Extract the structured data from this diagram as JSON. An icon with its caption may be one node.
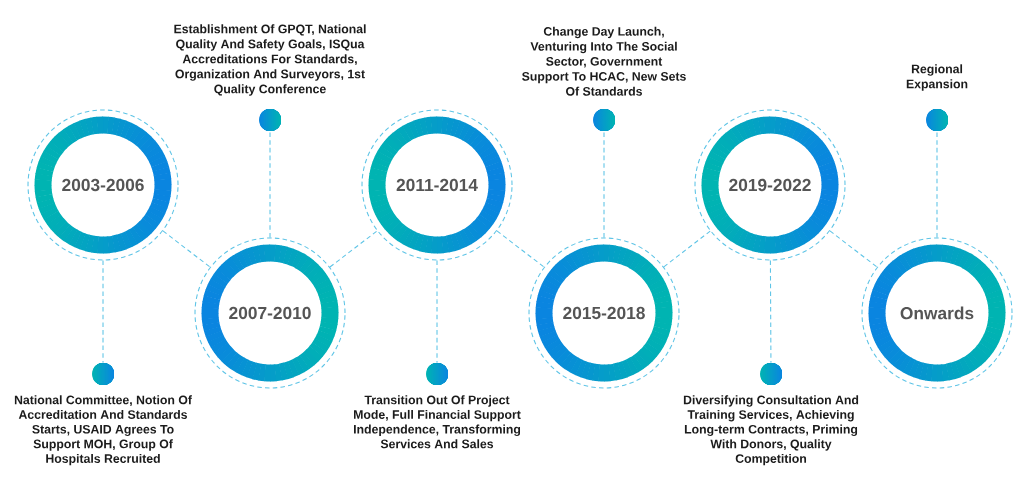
{
  "diagram": {
    "nodes": [
      {
        "text": [
          "2003-2006"
        ]
      },
      {
        "text": [],
        "shape": "circle",
        "beside": [
          "National Committee, Notion Of Accreditation And Standards Starts, USAID Agrees To Support MOH, Group Of Hospitals Recruited"
        ]
      },
      {
        "text": [
          "2007-2010"
        ]
      },
      {
        "text": [],
        "shape": "circle",
        "beside": [
          "Establishment Of GPQT, National Quality And Safety Goals, ISQua Accreditations For Standards, Organization And Surveyors, 1st Quality Conference"
        ]
      },
      {
        "text": [
          "2011-2014"
        ]
      },
      {
        "text": [],
        "shape": "circle",
        "beside": [
          "Transition Out Of Project Mode, Full Financial Support Independence, Transforming Services And Sales"
        ]
      },
      {
        "text": [
          "2015-2018"
        ]
      },
      {
        "text": [],
        "shape": "circle",
        "beside": [
          "Change Day Launch, Venturing Into The Social Sector, Government Support To HCAC, New Sets Of Standards"
        ]
      },
      {
        "text": [
          "2019-2022"
        ]
      },
      {
        "text": [],
        "shape": "circle",
        "beside": [
          "Diversifying Consultation And Training Services, Achieving Long-term Contracts, Priming With Donors, Quality Competition"
        ]
      },
      {
        "text": [
          "Onwards"
        ]
      },
      {
        "text": [],
        "shape": "circle",
        "beside": [
          "Regional Expansion"
        ]
      }
    ],
    "edges": [
      {
        "from": 0,
        "to": 1,
        "arrow": "none",
        "style": "dashed"
      },
      {
        "from": 0,
        "to": 2,
        "arrow": "none",
        "style": "dashed"
      },
      {
        "from": 2,
        "to": 3,
        "arrow": "none",
        "style": "dashed"
      },
      {
        "from": 2,
        "to": 4,
        "arrow": "none",
        "style": "dashed"
      },
      {
        "from": 4,
        "to": 5,
        "arrow": "none",
        "style": "dashed"
      },
      {
        "from": 4,
        "to": 6,
        "arrow": "none",
        "style": "dashed"
      },
      {
        "from": 6,
        "to": 7,
        "arrow": "none",
        "style": "dashed"
      },
      {
        "from": 6,
        "to": 8,
        "arrow": "none",
        "style": "dashed"
      },
      {
        "from": 8,
        "to": 9,
        "arrow": "none",
        "style": "dashed"
      },
      {
        "from": 8,
        "to": 10,
        "arrow": "none",
        "style": "dashed"
      },
      {
        "from": 10,
        "to": 11,
        "arrow": "none",
        "style": "dashed"
      }
    ]
  }
}
